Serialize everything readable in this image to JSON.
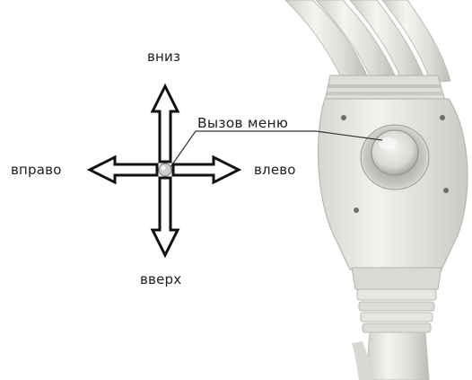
{
  "labels": {
    "down": "вниз",
    "right": "вправо",
    "left": "влево",
    "up": "вверх",
    "menu_call": "Вызов меню"
  },
  "icons": {
    "arrow_up": "arrow-up-icon",
    "arrow_down": "arrow-down-icon",
    "arrow_left": "arrow-left-icon",
    "arrow_right": "arrow-right-icon",
    "joystick_center": "joystick-center-icon"
  },
  "colors": {
    "text": "#202020",
    "arrow_stroke": "#111111",
    "arrow_fill": "#ffffff",
    "device_body": "#e7e7e4",
    "device_shadow": "#b9b9b4",
    "leader_line": "#333333"
  }
}
